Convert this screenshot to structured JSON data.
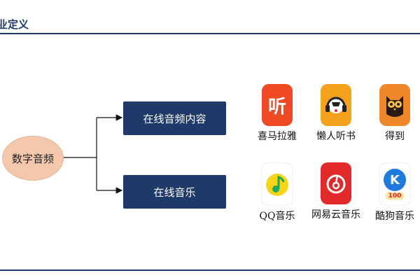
{
  "header": {
    "title": "业定义"
  },
  "diagram": {
    "root": "数字音频",
    "branches": [
      "在线音频内容",
      "在线音乐"
    ]
  },
  "apps": {
    "audio": [
      {
        "name": "喜马拉雅",
        "icon": "ximalaya-logo-icon",
        "color": "#f04a24",
        "glyph": "听"
      },
      {
        "name": "懒人听书",
        "icon": "lanren-headphones-logo-icon",
        "color": "#f4a21e"
      },
      {
        "name": "得到",
        "icon": "dedao-owl-logo-icon",
        "color": "#f0872a"
      }
    ],
    "music": [
      {
        "name": "QQ音乐",
        "icon": "qq-music-logo-icon",
        "color": "#f7d417"
      },
      {
        "name": "网易云音乐",
        "icon": "netease-cloud-music-logo-icon",
        "color": "#e22a2a"
      },
      {
        "name": "酷狗音乐",
        "icon": "kugou-logo-icon",
        "color": "#1f7ae0",
        "glyph": "K",
        "badge": "100"
      }
    ]
  },
  "colors": {
    "navy": "#1f3a68",
    "root_fill": "#f3c8ad"
  }
}
